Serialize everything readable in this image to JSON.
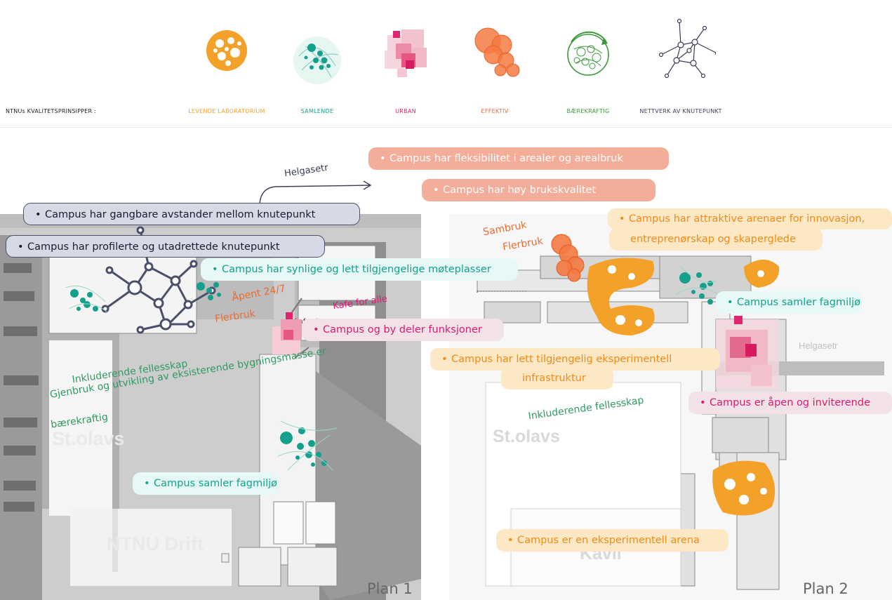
{
  "legend": {
    "prefix": "NTNUs KVALITETSPRINSIPPER :",
    "items": [
      {
        "label": "LEVENDE LABORATORIUM",
        "color": "#f4a12a",
        "icon": "bubble-cluster-icon"
      },
      {
        "label": "SAMLENDE",
        "color": "#14a08c",
        "icon": "gathering-icon"
      },
      {
        "label": "URBAN",
        "color": "#e0246f",
        "icon": "urban-squares-icon"
      },
      {
        "label": "EFFEKTIV",
        "color": "#f06a2a",
        "icon": "overlapping-circles-icon"
      },
      {
        "label": "BÆREKRAFTIG",
        "color": "#3d9a3a",
        "icon": "recycle-icon"
      },
      {
        "label": "NETTVERK AV KNUTEPUNKT",
        "color": "#3a3d59",
        "icon": "network-icon"
      }
    ]
  },
  "plan1": {
    "label": "Plan 1",
    "buildings": [
      "St.olavs",
      "NTNU Drift"
    ],
    "annotations": {
      "apent": "Åpent 24/7",
      "flerbruk": "Flerbruk",
      "kafe": "Kafe for alle",
      "inkluderende": "Inkluderende fellesskap",
      "gjenbruk_line1": "Gjenbruk og utvikling av eksisterende bygningsmasse er",
      "gjenbruk_line2": "bærekraftig"
    },
    "room_labels": {
      "kafe_sito": "kafe sito"
    },
    "pills": {
      "gangbare": "Campus har gangbare avstander mellom knutepunkt",
      "profilerte": "Campus har profilerte og utadrettede knutepunkt",
      "synlige": "Campus har synlige og lett tilgjengelige møteplasser",
      "deler": "Campus og by deler funksjoner",
      "fagmiljo": "Campus samler fagmiljø"
    }
  },
  "plan2": {
    "label": "Plan 2",
    "buildings": [
      "St.olavs",
      "Kavli"
    ],
    "street_label": "Helgasetr",
    "annotations": {
      "sambruk": "Sambruk",
      "flerbruk": "Flerbruk",
      "inkluderende": "Inkluderende fellesskap"
    },
    "pills": {
      "attraktive_line1": "Campus har attraktive arenaer for innovasjon,",
      "attraktive_line2": "entreprenørskap og skaperglede",
      "fagmiljo": "Campus samler fagmiljø",
      "eksperimentell_line1": "Campus har lett tilgjengelig eksperimentell",
      "eksperimentell_line2": "infrastruktur",
      "apen": "Campus er åpen og inviterende",
      "arena": "Campus er en eksperimentell arena"
    }
  },
  "top": {
    "arrow_label": "Helgasetr",
    "pill_fleksibilitet": "Campus har fleksibilitet i arealer og arealbruk",
    "pill_hoy": "Campus har høy brukskvalitet"
  },
  "bullet": "•"
}
